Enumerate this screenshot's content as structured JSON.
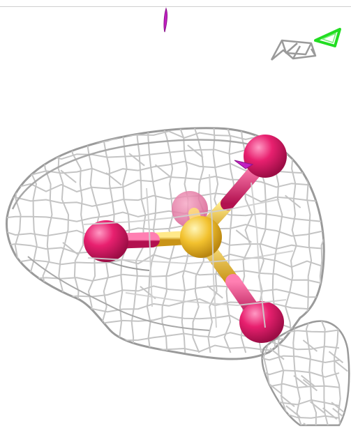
{
  "scene": {
    "background": "#ffffff",
    "mesh_color": "#bdbdbd",
    "mesh_shadow_color": "#8f8f8f",
    "central_atom_color": "#f2c12e",
    "ligand_atom_color": "#e0186e",
    "positive_peak_color": "#22dd22",
    "negative_peak_color": "#cc22cc",
    "molecule": "tetrahedral-ion",
    "icons": [
      "electron-density-mesh",
      "central-atom",
      "ligand-atom",
      "difference-density-peak"
    ]
  }
}
